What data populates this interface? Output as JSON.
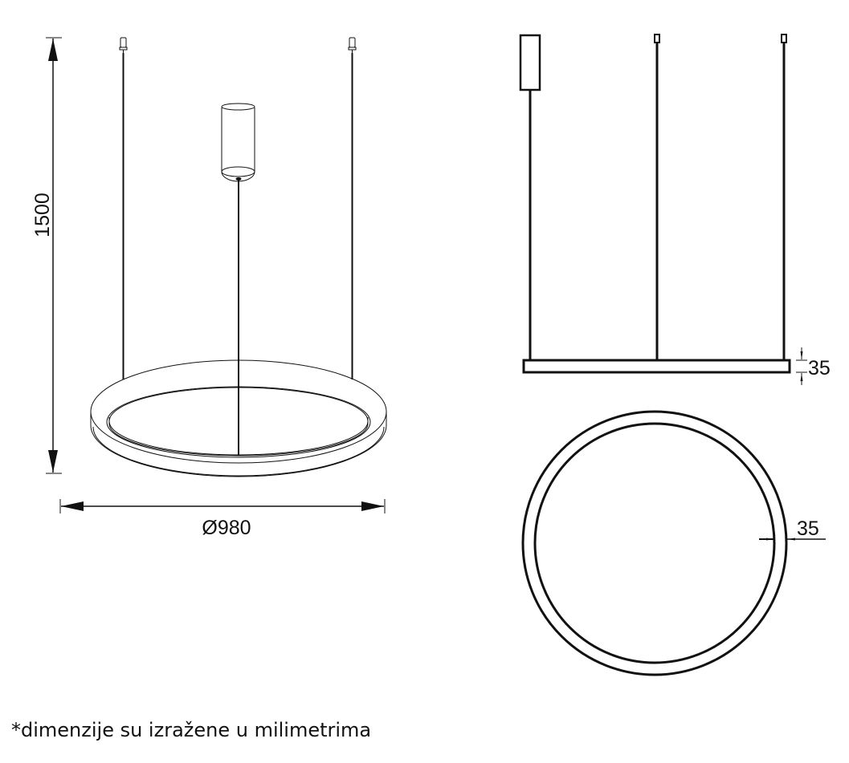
{
  "dimensions": {
    "height": "1500",
    "diameter": "Ø980",
    "bar_thickness": "35",
    "ring_width": "35"
  },
  "note": "*dimenzije su izražene u milimetrima",
  "colors": {
    "line": "#111111",
    "background": "#ffffff"
  }
}
